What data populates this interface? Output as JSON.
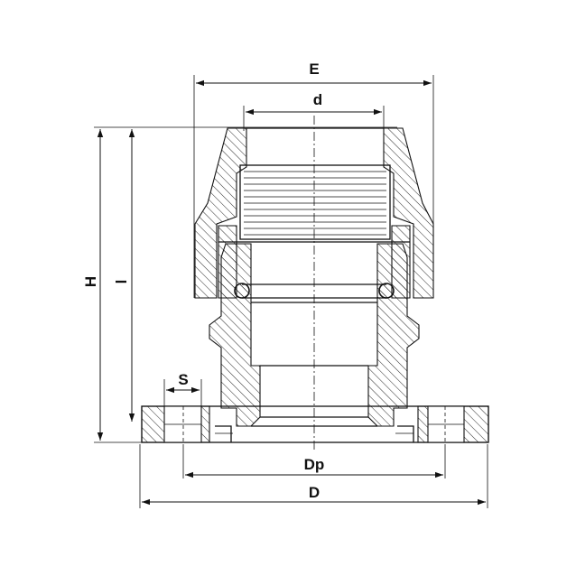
{
  "labels": {
    "E": "E",
    "d": "d",
    "H": "H",
    "l": "l",
    "S": "S",
    "Dp": "Dp",
    "D": "D"
  }
}
